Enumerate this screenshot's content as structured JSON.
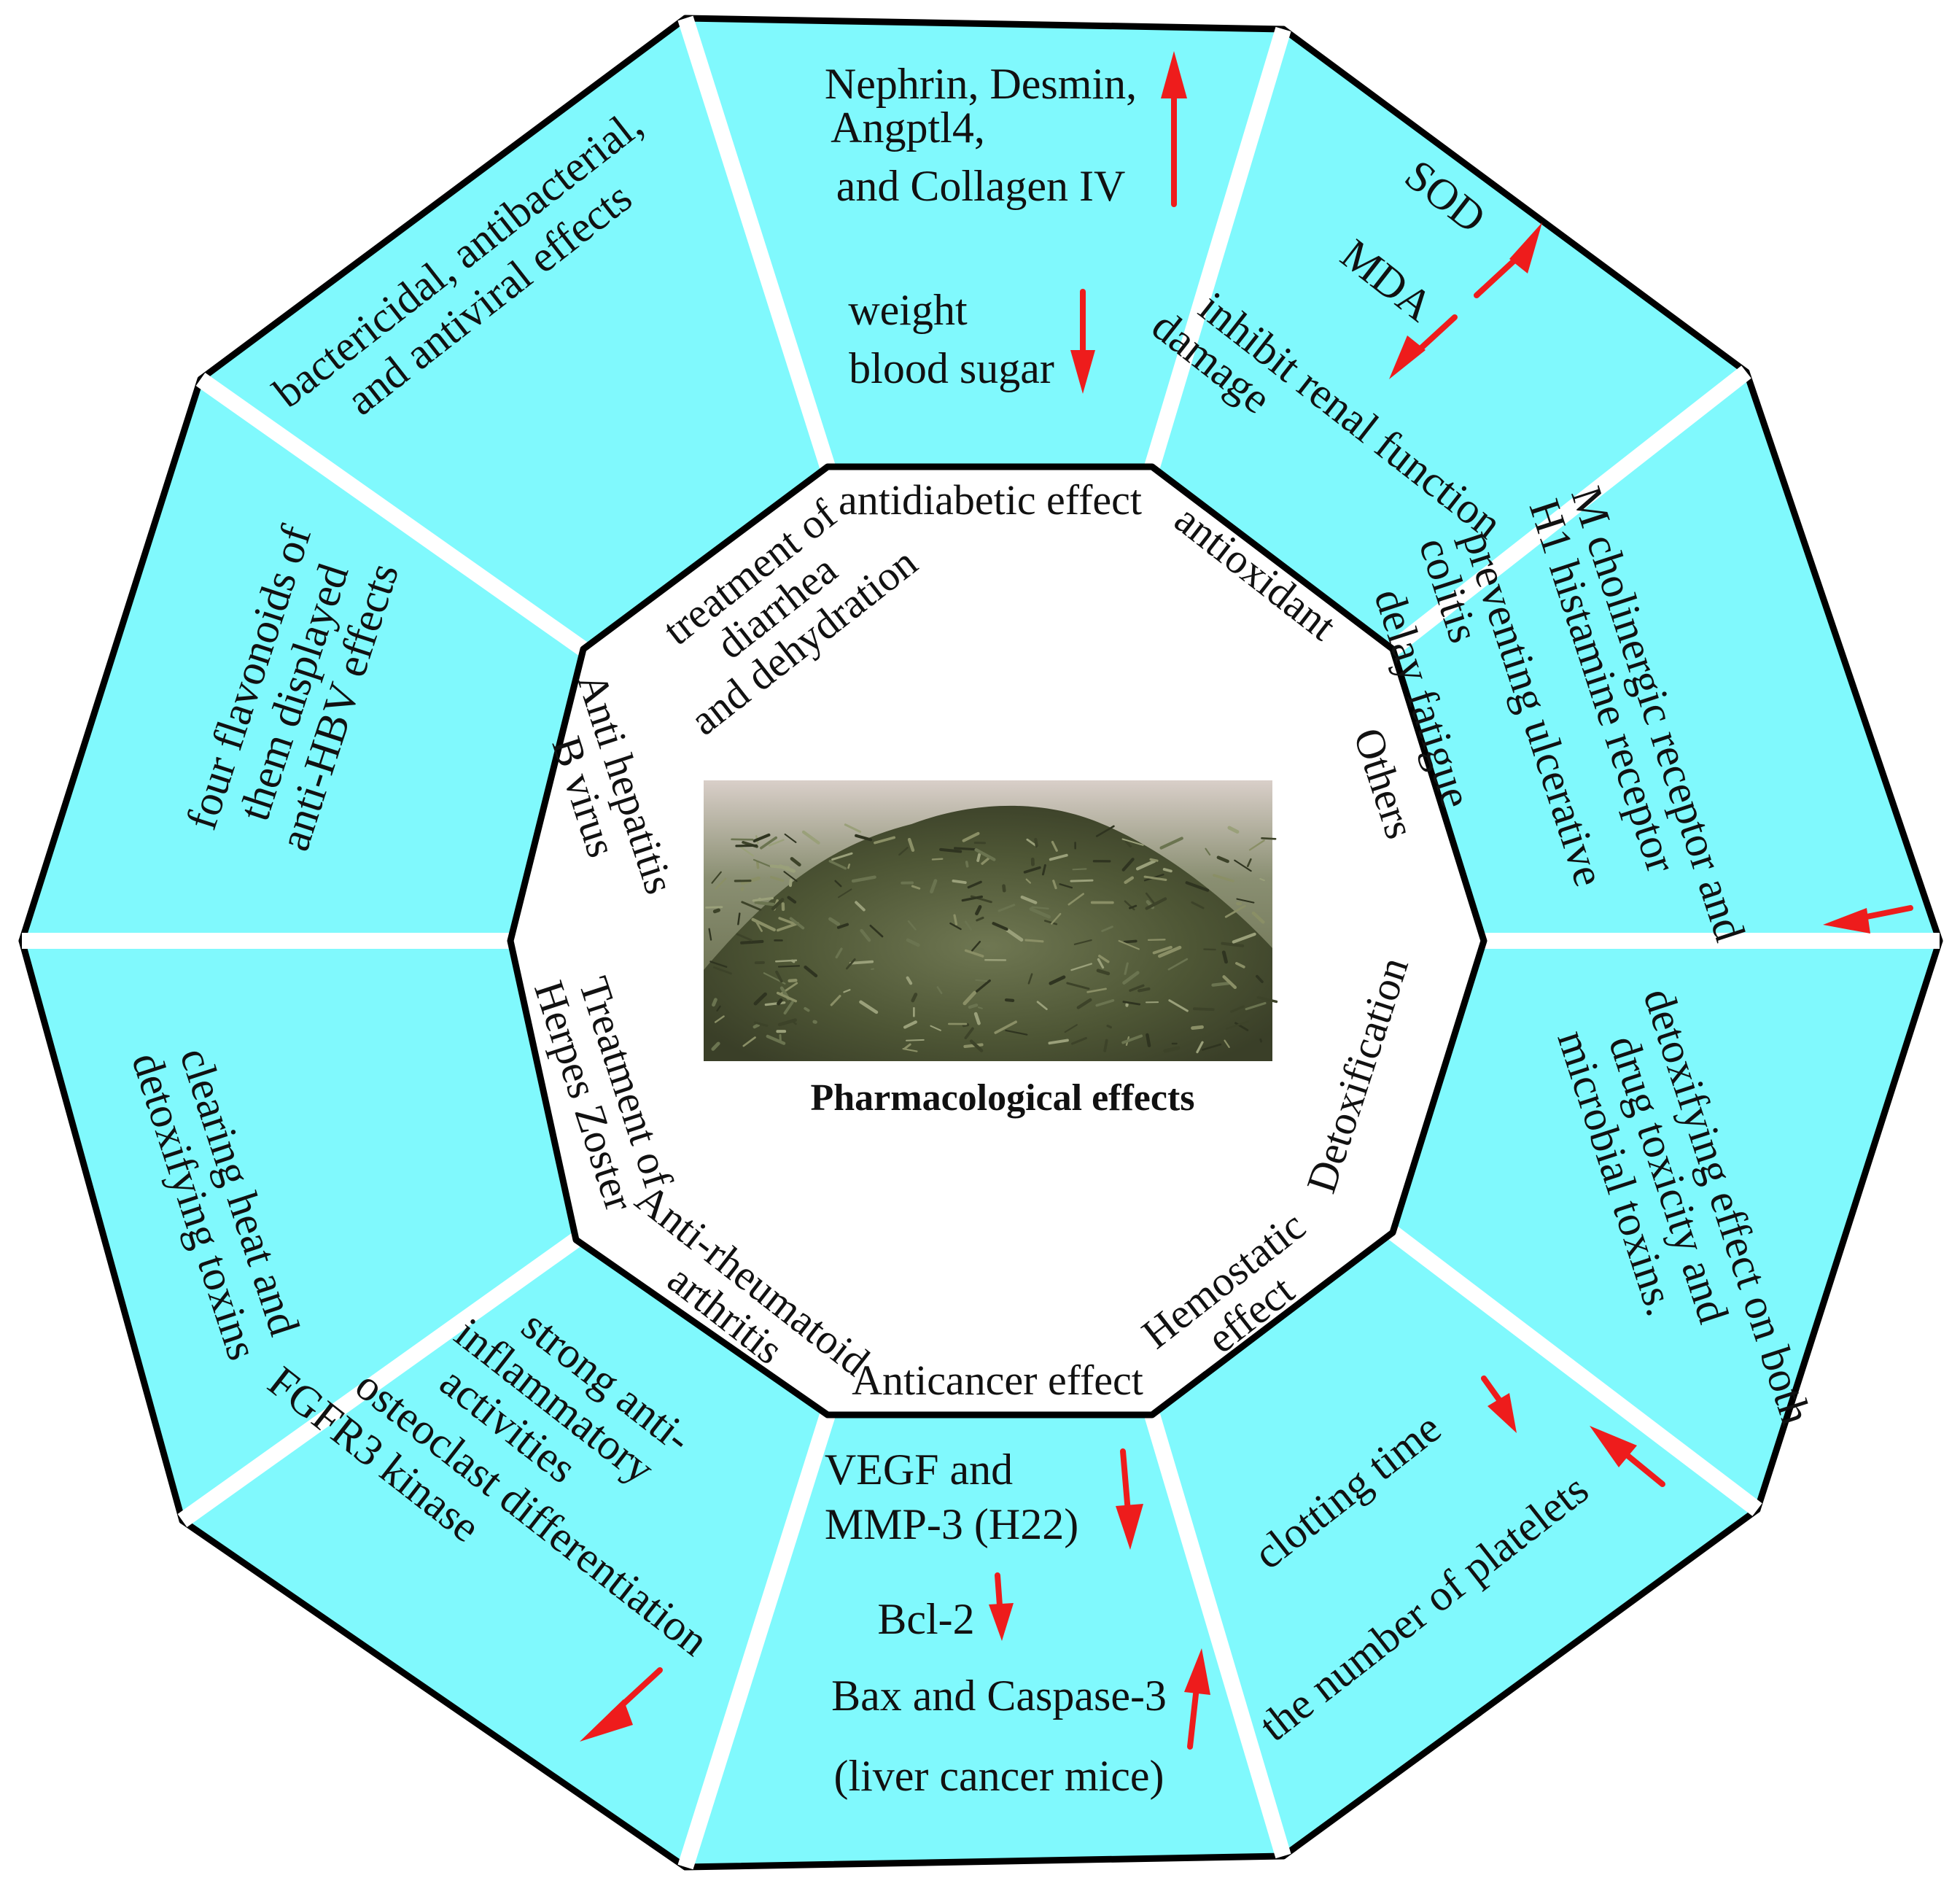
{
  "colors": {
    "segment_fill": "#80F9FD",
    "outline": "#000000",
    "arrow": "#EE1C1C",
    "text": "#111111"
  },
  "center": {
    "caption": "Pharmacological effects",
    "photo": "dried-herb-pile-photo"
  },
  "categories": {
    "antidiabetic": "antidiabetic effect",
    "antioxidant": "antioxidant",
    "others": "Others",
    "detoxification": "Detoxification",
    "hemostatic_1": "Hemostatic",
    "hemostatic_2": "effect",
    "anticancer": "Anticancer effect",
    "rheum_1": "Anti-rheumatoid",
    "rheum_2": "arthritis",
    "herpes_1": "Treatment of",
    "herpes_2": "Herpes Zoster",
    "hepb_1": "Anti hepatitis",
    "hepb_2": "B virus",
    "diarrhea_1": "treatment of",
    "diarrhea_2": "diarrhea",
    "diarrhea_3": "and dehydration"
  },
  "segments": {
    "antidiabetic": {
      "line1": "Nephrin, Desmin,",
      "line2": "Angptl4,",
      "line3": "and Collagen IV",
      "line4": "weight",
      "line5": "blood sugar"
    },
    "antioxidant": {
      "sod": "SOD",
      "mda": "MDA",
      "line1": "inhibit renal function",
      "line2": "damage"
    },
    "others": {
      "line1": "M cholinergic receptor and",
      "line2": "H1 histamine receptor",
      "line3": "preventing ulcerative",
      "line4": "colitis",
      "line5": "delay fatigue"
    },
    "detoxification": {
      "line1": "detoxifying effect on both",
      "line2": "drug toxicity and",
      "line3": "microbial toxins."
    },
    "hemostatic": {
      "line1": "clotting time",
      "line2": "the number of platelets"
    },
    "anticancer": {
      "line1": "VEGF and",
      "line2": "MMP-3 (H22)",
      "line3": "Bcl-2",
      "line4": "Bax and Caspase-3",
      "line5": "(liver cancer mice)"
    },
    "rheumatoid": {
      "line1": "strong anti-",
      "line2": "inflammatory",
      "line3": "activities",
      "line4": "osteoclast differentiation",
      "line5": "FGFR3 kinase"
    },
    "herpes": {
      "line1": "clearing heat and",
      "line2": "detoxifying toxins"
    },
    "hepatitis": {
      "line1": "four flavonoids of",
      "line2": "them displayed",
      "line3": "anti-HBV effects"
    },
    "diarrhea": {
      "line1": "bactericidal, antibacterial,",
      "line2": "and antiviral effects"
    }
  }
}
